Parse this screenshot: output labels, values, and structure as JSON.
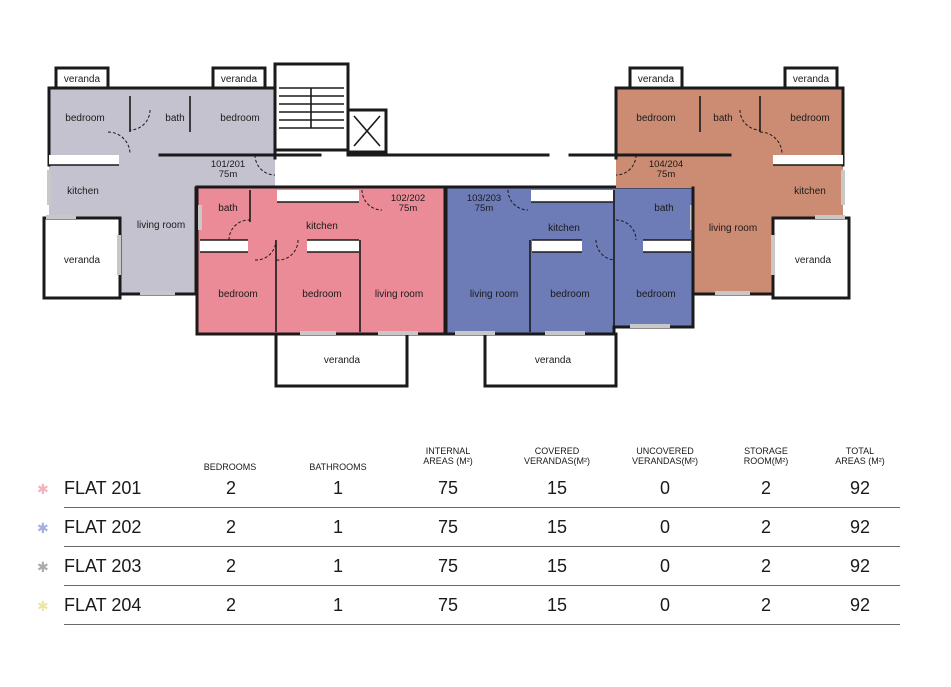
{
  "floor_plan": {
    "rooms": {
      "flat_101": {
        "veranda_top_left": "veranda",
        "veranda_top_right": "veranda",
        "bedroom_left": "bedroom",
        "bath": "bath",
        "bedroom_right": "bedroom",
        "kitchen": "kitchen",
        "living_room": "living room",
        "veranda_side": "veranda",
        "unit_label": "101/201",
        "area": "75m"
      },
      "flat_102": {
        "bath": "bath",
        "kitchen": "kitchen",
        "bedroom_left": "bedroom",
        "bedroom_right": "bedroom",
        "living_room": "living room",
        "veranda": "veranda",
        "unit_label": "102/202",
        "area": "75m"
      },
      "flat_103": {
        "kitchen": "kitchen",
        "bath": "bath",
        "living_room": "living room",
        "bedroom_left": "bedroom",
        "bedroom_right": "bedroom",
        "veranda": "veranda",
        "unit_label": "103/203",
        "area": "75m"
      },
      "flat_104": {
        "veranda_top_left": "veranda",
        "veranda_top_right": "veranda",
        "bedroom_left": "bedroom",
        "bath": "bath",
        "bedroom_right": "bedroom",
        "kitchen": "kitchen",
        "living_room": "living room",
        "veranda_side": "veranda",
        "unit_label": "104/204",
        "area": "75m"
      }
    },
    "colors": {
      "flat_101": "#c5c2cf",
      "flat_102": "#eb8b97",
      "flat_103": "#6d7bb6",
      "flat_104": "#cc8c74",
      "wall": "#1a1a1a",
      "window": "#c8c8c8"
    }
  },
  "table": {
    "columns": {
      "bedrooms": "BEDROOMS",
      "bathrooms": "BATHROOMS",
      "internal_1": "INTERNAL",
      "internal_2": "AREAS (M²)",
      "covered_1": "COVERED",
      "covered_2": "VERANDAS(M²)",
      "uncovered_1": "UNCOVERED",
      "uncovered_2": "VERANDAS(M²)",
      "storage_1": "STORAGE",
      "storage_2": "ROOM(M²)",
      "total_1": "TOTAL",
      "total_2": "AREAS (M²)"
    },
    "rows": [
      {
        "name": "FLAT 201",
        "bedrooms": "2",
        "bathrooms": "1",
        "internal": "75",
        "covered": "15",
        "uncovered": "0",
        "storage": "2",
        "total": "92",
        "icon": "asterisk-icon",
        "color": "#f2b2bb"
      },
      {
        "name": "FLAT 202",
        "bedrooms": "2",
        "bathrooms": "1",
        "internal": "75",
        "covered": "15",
        "uncovered": "0",
        "storage": "2",
        "total": "92",
        "icon": "asterisk-icon",
        "color": "#a6ade0"
      },
      {
        "name": "FLAT 203",
        "bedrooms": "2",
        "bathrooms": "1",
        "internal": "75",
        "covered": "15",
        "uncovered": "0",
        "storage": "2",
        "total": "92",
        "icon": "asterisk-icon",
        "color": "#a8ada8"
      },
      {
        "name": "FLAT 204",
        "bedrooms": "2",
        "bathrooms": "1",
        "internal": "75",
        "covered": "15",
        "uncovered": "0",
        "storage": "2",
        "total": "92",
        "icon": "asterisk-icon",
        "color": "#eee6a8"
      }
    ]
  }
}
